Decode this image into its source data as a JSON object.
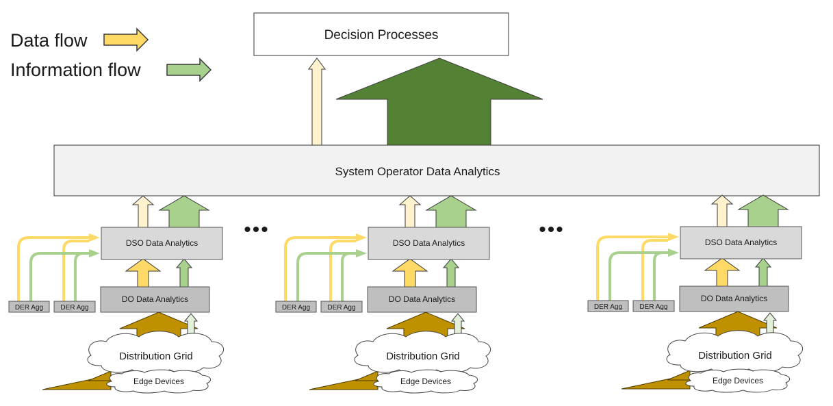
{
  "legend": {
    "data_flow_label": "Data flow",
    "information_flow_label": "Information flow"
  },
  "top": {
    "decision_label": "Decision Processes",
    "system_operator_label": "System Operator Data Analytics"
  },
  "ellipsis": "•••",
  "regions": [
    {
      "dso_label": "DSO Data Analytics",
      "do_label": "DO Data Analytics",
      "der_agg_labels": [
        "DER Agg",
        "DER Agg"
      ],
      "grid_label": "Distribution Grid",
      "edge_label": "Edge Devices"
    },
    {
      "dso_label": "DSO Data Analytics",
      "do_label": "DO Data Analytics",
      "der_agg_labels": [
        "DER Agg",
        "DER Agg"
      ],
      "grid_label": "Distribution Grid",
      "edge_label": "Edge Devices"
    },
    {
      "dso_label": "DSO Data Analytics",
      "do_label": "DO Data Analytics",
      "der_agg_labels": [
        "DER Agg",
        "DER Agg"
      ],
      "grid_label": "Distribution Grid",
      "edge_label": "Edge Devices"
    }
  ],
  "colors": {
    "data_flow": "#ffd966",
    "information_flow": "#a9d18e",
    "big_information_flow": "#548235",
    "pale_data_flow": "#fff2cc",
    "pale_information_flow": "#e2f0d9",
    "raw_data_flow": "#bf9000"
  }
}
